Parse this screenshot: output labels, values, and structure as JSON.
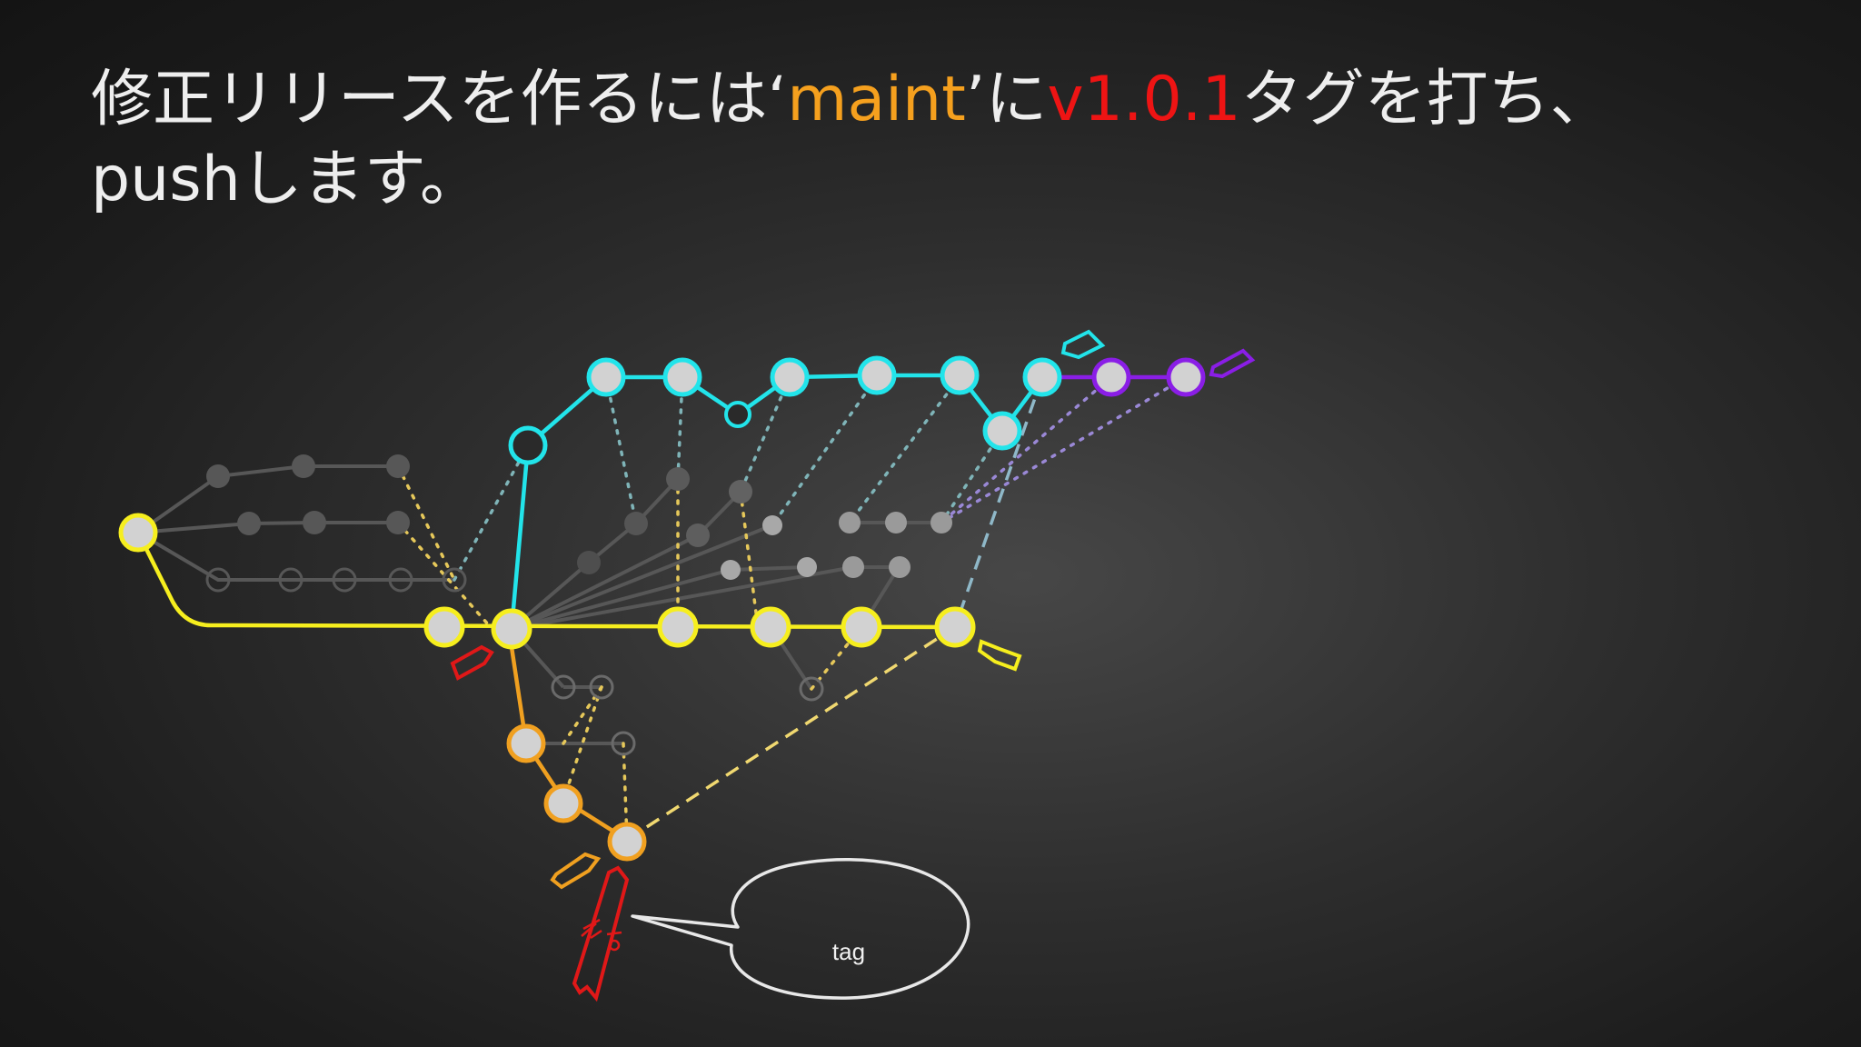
{
  "slide": {
    "title": {
      "part1": "修正リリースを作るには‘",
      "branch": "maint",
      "part2": "’に",
      "tag": "v1.0.1",
      "part3": "タグを打ち、pushします。"
    },
    "callout": {
      "label": "tag"
    }
  },
  "colors": {
    "background": "#1c1c1c",
    "title_text": "#eeeeee",
    "branch_text": "#f5a01e",
    "tag_text": "#ee1414",
    "master_branch": "#f6ee1e",
    "next_branch": "#22e4ea",
    "pu_branch": "#8a1ee6",
    "maint_branch": "#f0a020",
    "tag_marker": "#e01818",
    "node_fill": "#d2d2d2",
    "faded_node": "#5a5a5a"
  }
}
